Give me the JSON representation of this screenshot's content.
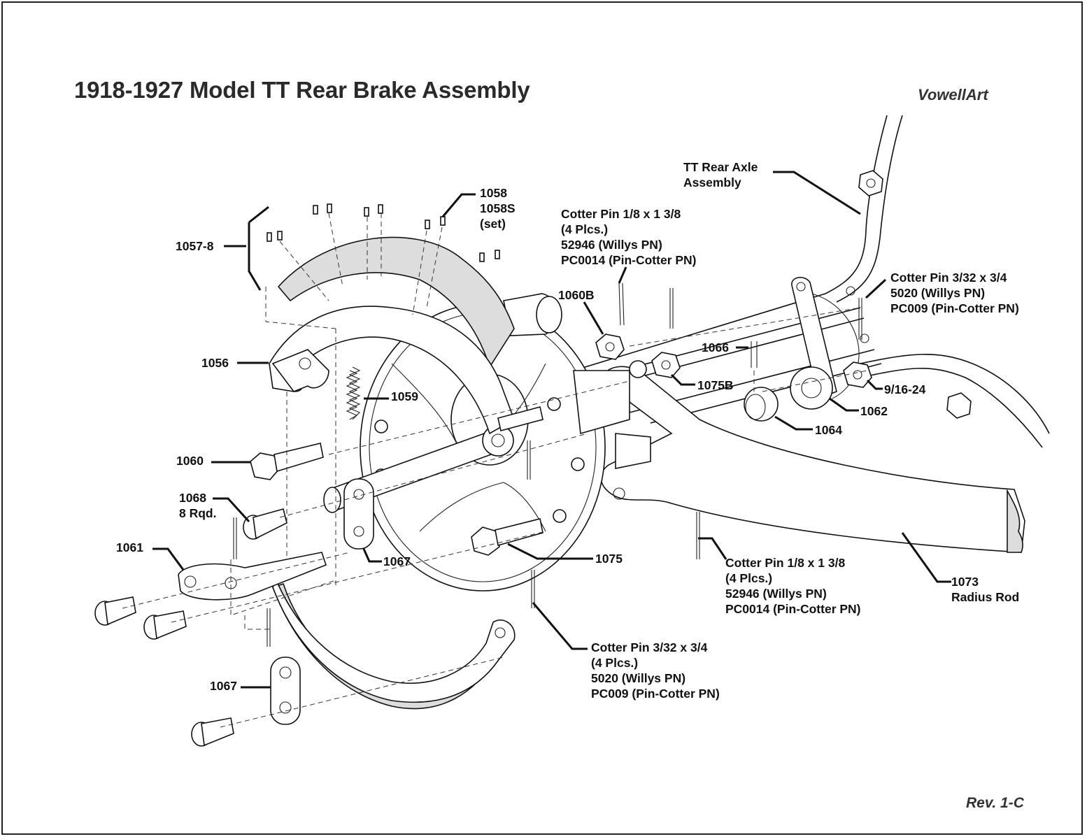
{
  "title": "1918-1927 Model TT Rear Brake Assembly",
  "brand": "VowellArt",
  "revision": "Rev. 1-C",
  "callouts": {
    "p1057_8": {
      "lines": [
        "1057-8"
      ]
    },
    "p1058": {
      "lines": [
        "1058",
        "1058S",
        "(set)"
      ]
    },
    "cotter_top": {
      "lines": [
        "Cotter Pin 1/8 x 1 3/8",
        "(4 Plcs.)",
        "52946 (Willys PN)",
        "PC0014 (Pin-Cotter PN)"
      ]
    },
    "axle": {
      "lines": [
        "TT Rear Axle",
        "Assembly"
      ]
    },
    "cotter_right": {
      "lines": [
        "Cotter Pin 3/32 x 3/4",
        "5020 (Willys PN)",
        "PC009 (Pin-Cotter PN)"
      ]
    },
    "p1060B": {
      "lines": [
        "1060B"
      ]
    },
    "p1056": {
      "lines": [
        "1056"
      ]
    },
    "p1066": {
      "lines": [
        "1066"
      ]
    },
    "p1075B": {
      "lines": [
        "1075B"
      ]
    },
    "p9_16_24": {
      "lines": [
        "9/16-24"
      ]
    },
    "p1059": {
      "lines": [
        "1059"
      ]
    },
    "p1062": {
      "lines": [
        "1062"
      ]
    },
    "p1064": {
      "lines": [
        "1064"
      ]
    },
    "p1060": {
      "lines": [
        "1060"
      ]
    },
    "p1068": {
      "lines": [
        "1068",
        "8 Rqd."
      ]
    },
    "p1061": {
      "lines": [
        "1061"
      ]
    },
    "p1067_upper": {
      "lines": [
        "1067"
      ]
    },
    "p1075": {
      "lines": [
        "1075"
      ]
    },
    "cotter_bottom_right": {
      "lines": [
        "Cotter Pin 1/8 x 1 3/8",
        "(4 Plcs.)",
        "52946 (Willys PN)",
        "PC0014 (Pin-Cotter PN)"
      ]
    },
    "p1073": {
      "lines": [
        "1073",
        "Radius Rod"
      ]
    },
    "cotter_bottom": {
      "lines": [
        "Cotter Pin 3/32 x 3/4",
        "(4 Plcs.)",
        "5020 (Willys PN)",
        "PC009 (Pin-Cotter PN)"
      ]
    },
    "p1067_lower": {
      "lines": [
        "1067"
      ]
    }
  }
}
